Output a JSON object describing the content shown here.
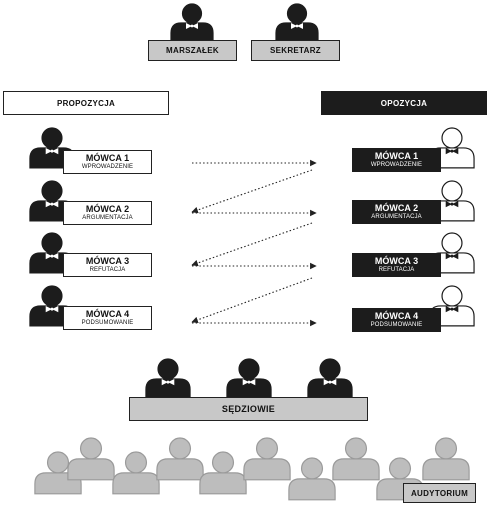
{
  "top": {
    "marshal": "MARSZAŁEK",
    "secretary": "SEKRETARZ"
  },
  "sides": {
    "proposition": "PROPOZYCJA",
    "opposition": "OPOZYCJA"
  },
  "speakers": [
    {
      "title": "MÓWCA 1",
      "role": "WPROWADZENIE"
    },
    {
      "title": "MÓWCA 2",
      "role": "ARGUMENTACJA"
    },
    {
      "title": "MÓWCA 3",
      "role": "REFUTACJA"
    },
    {
      "title": "MÓWCA 4",
      "role": "PODSUMOWANIE"
    }
  ],
  "judges": "SĘDZIOWIE",
  "audience": "AUDYTORIUM",
  "colors": {
    "dark": "#1c1c1c",
    "gray": "#c8c8c8",
    "audience": "#bdbdbd",
    "white": "#ffffff"
  }
}
